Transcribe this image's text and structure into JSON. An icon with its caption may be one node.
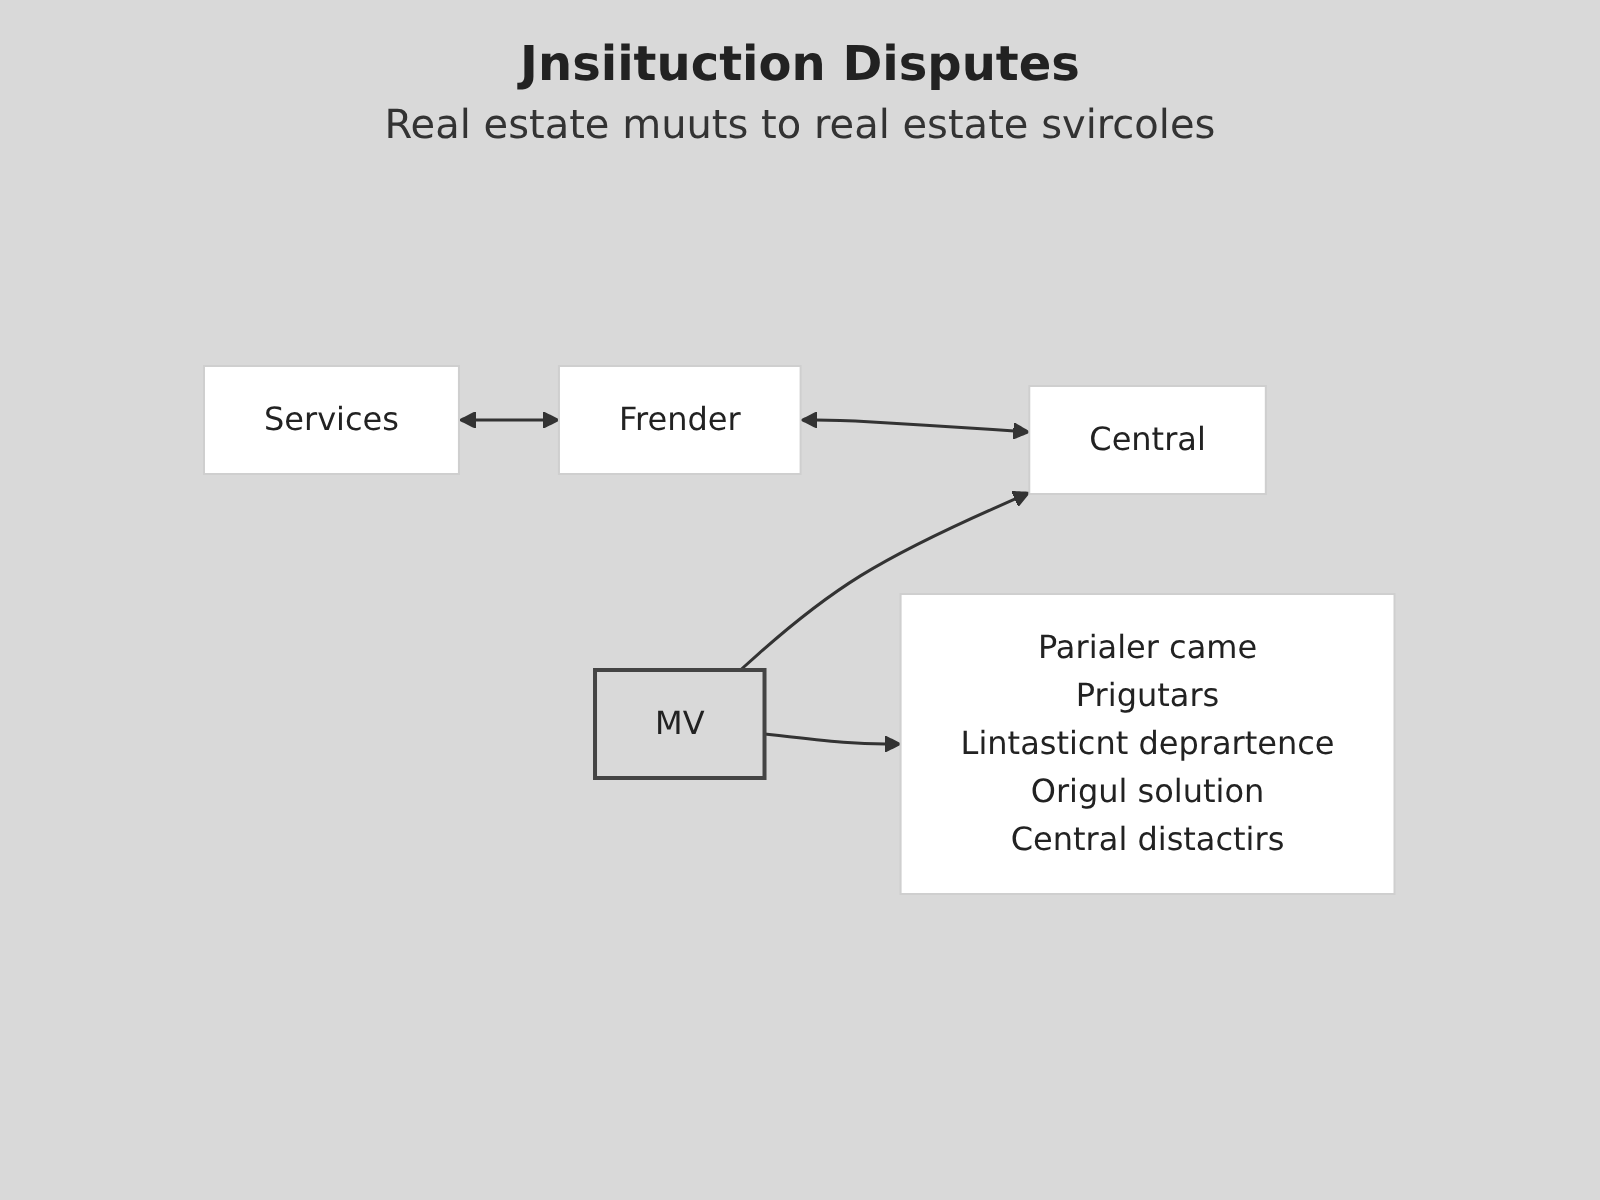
{
  "diagram": {
    "title": "Jnsiituction Disputes",
    "nodes": [
      {
        "text": [
          "Services"
        ]
      },
      {
        "text": [
          "Frender"
        ]
      },
      {
        "text": [
          "Central"
        ]
      },
      {
        "text": [
          "MV"
        ]
      },
      {
        "text": [
          "Parialer came",
          "Prigutars",
          "Lintasticnt deprartence",
          "Origul solution",
          "Central distactirs"
        ]
      }
    ],
    "edges": [
      {
        "from": 0,
        "to": 1,
        "arrow": "both"
      },
      {
        "from": 1,
        "to": 2,
        "arrow": "both"
      },
      {
        "from": 3,
        "to": 2,
        "arrow": "to"
      },
      {
        "from": 3,
        "to": 4,
        "arrow": "to"
      }
    ],
    "labels": [
      "Real estate muuts to real estate svircoles"
    ]
  }
}
